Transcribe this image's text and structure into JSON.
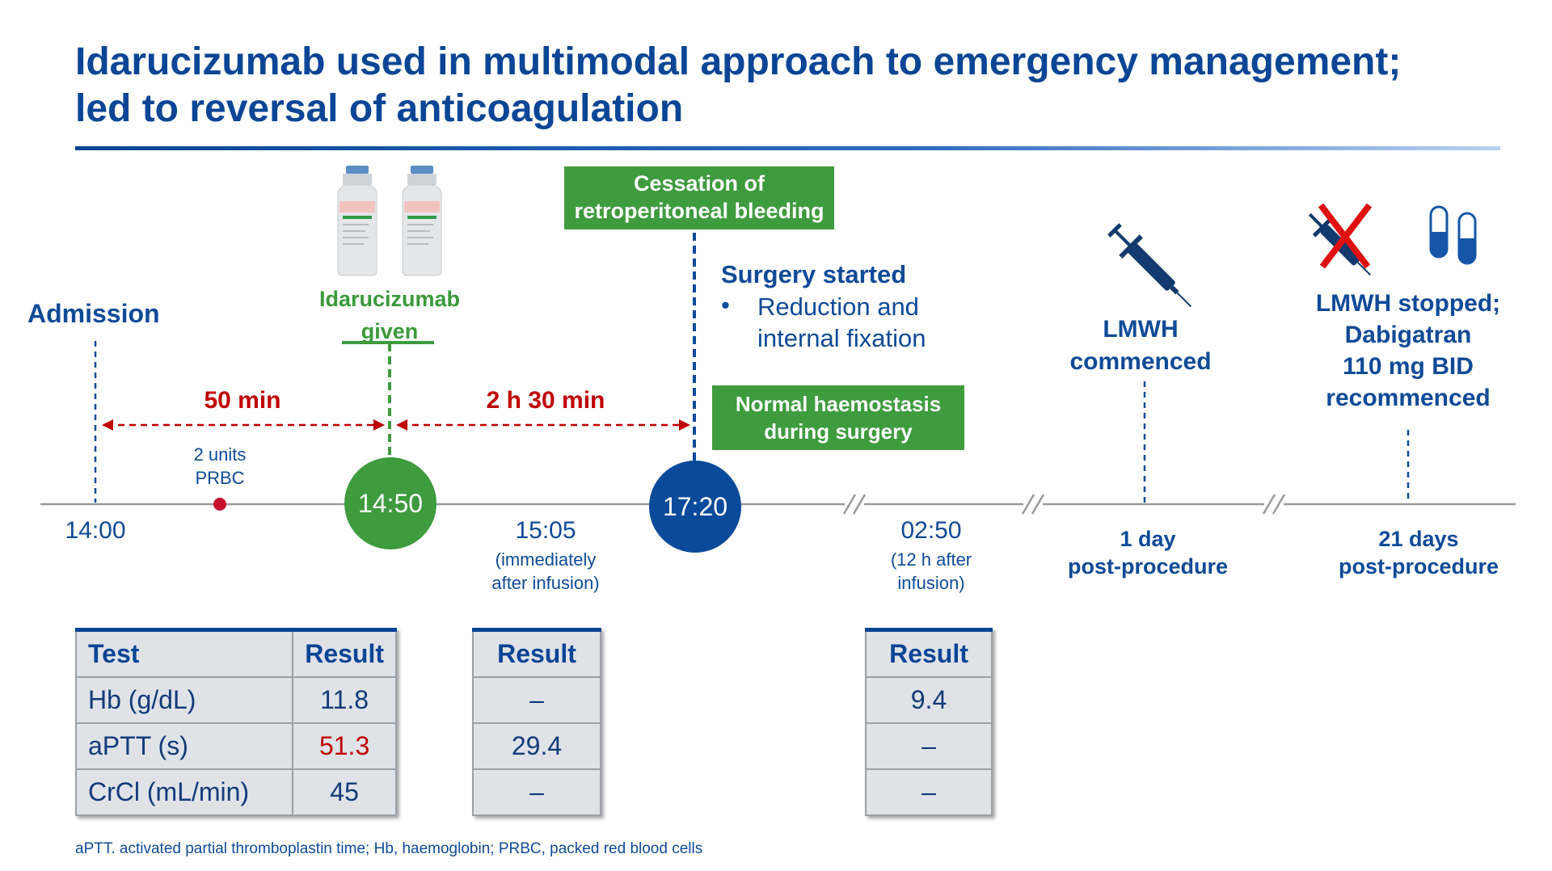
{
  "title_line1": "Idarucizumab used in multimodal approach to emergency management;",
  "title_line2": "led to reversal of anticoagulation",
  "events": {
    "admission": "Admission",
    "idarucizumab_line1": "Idarucizumab",
    "idarucizumab_line2": "given",
    "cessation_line1": "Cessation of",
    "cessation_line2": "retroperitoneal bleeding",
    "surgery_title": "Surgery started",
    "surgery_bullet": "•",
    "surgery_line1": "Reduction and",
    "surgery_line2": "internal fixation",
    "normal_line1": "Normal haemostasis",
    "normal_line2": "during surgery",
    "lmwh_line1": "LMWH",
    "lmwh_line2": "commenced",
    "stopped_line1": "LMWH stopped;",
    "stopped_line2": "Dabigatran",
    "stopped_line3": "110 mg BID",
    "stopped_line4": "recommenced"
  },
  "intervals": {
    "first": "50 min",
    "second": "2 h 30 min",
    "prbc_line1": "2 units",
    "prbc_line2": "PRBC"
  },
  "times": {
    "t1400": "14:00",
    "t1450": "14:50",
    "t1720": "17:20",
    "t1505": "15:05",
    "t1505_note1": "(immediately",
    "t1505_note2": "after infusion)",
    "t0250": "02:50",
    "t0250_note1": "(12 h after",
    "t0250_note2": "infusion)",
    "day1_line1": "1 day",
    "day1_line2": "post-procedure",
    "day21_line1": "21 days",
    "day21_line2": "post-procedure"
  },
  "table1": {
    "headers": [
      "Test",
      "Result"
    ],
    "rows": [
      [
        "Hb (g/dL)",
        "11.8"
      ],
      [
        "aPTT (s)",
        "51.3"
      ],
      [
        "CrCl (mL/min)",
        "45"
      ]
    ]
  },
  "table2": {
    "header": "Result",
    "rows": [
      "–",
      "29.4",
      "–"
    ]
  },
  "table3": {
    "header": "Result",
    "rows": [
      "9.4",
      "–",
      "–"
    ]
  },
  "footnote": "aPTT. activated partial thromboplastin time; Hb, haemoglobin; PRBC, packed red blood cells",
  "icons": [
    "vial-icon",
    "syringe-icon",
    "cross-mark-icon",
    "capsule-icon"
  ],
  "colors": {
    "blue": "#0a4596",
    "green": "#3e9b3e",
    "red": "#c00000",
    "timeline": "#9a9a9a"
  }
}
